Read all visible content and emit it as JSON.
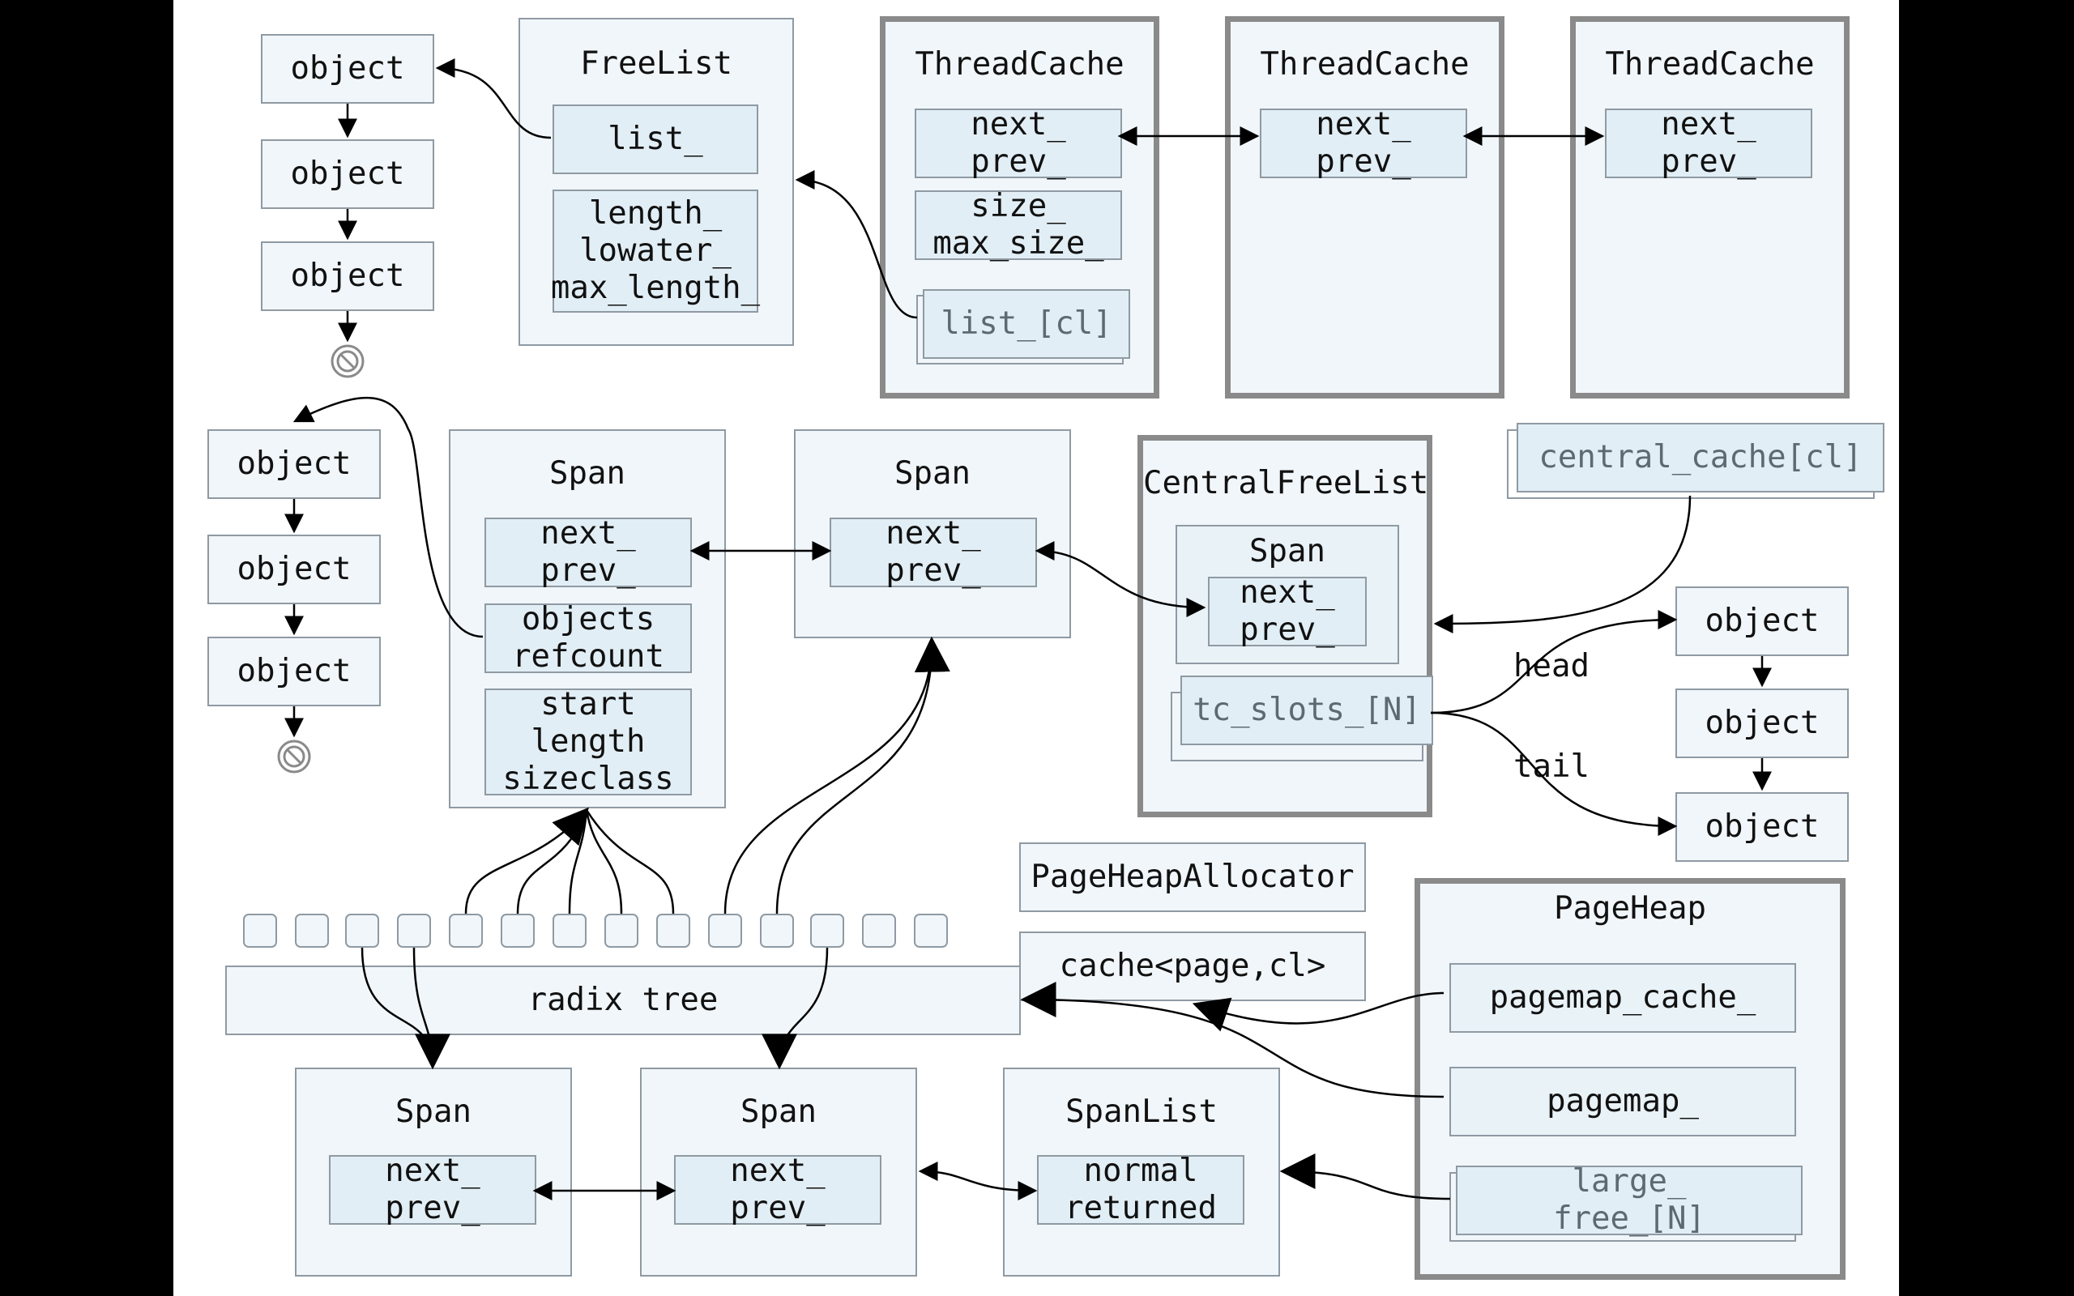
{
  "freelist": {
    "title": "FreeList",
    "list": "list_",
    "fields": "length_\nlowater_\nmax_length_"
  },
  "threadcaches": [
    {
      "title": "ThreadCache",
      "links": "next_\nprev_",
      "sizes": "size_\nmax_size_",
      "list": "list_[cl]"
    },
    {
      "title": "ThreadCache",
      "links": "next_\nprev_"
    },
    {
      "title": "ThreadCache",
      "links": "next_\nprev_"
    }
  ],
  "objects_top": [
    "object",
    "object",
    "object"
  ],
  "objects_mid": [
    "object",
    "object",
    "object"
  ],
  "objects_right": [
    "object",
    "object",
    "object"
  ],
  "span_a": {
    "title": "Span",
    "links": "next_\nprev_",
    "objects": "objects\nrefcount",
    "info": "start\nlength\nsizeclass"
  },
  "span_b": {
    "title": "Span",
    "links": "next_\nprev_"
  },
  "central": {
    "title": "CentralFreeList",
    "span_title": "Span",
    "span_links": "next_\nprev_",
    "slots": "tc_slots_[N]",
    "array": "central_cache[cl]",
    "head": "head",
    "tail": "tail"
  },
  "allocator": {
    "label": "PageHeapAllocator"
  },
  "cache": {
    "label": "cache<page,cl>"
  },
  "radix": {
    "label": "radix tree"
  },
  "pageheap": {
    "title": "PageHeap",
    "pagemap_cache": "pagemap_cache_",
    "pagemap": "pagemap_",
    "large": "large_\nfree_[N]"
  },
  "span_c": {
    "title": "Span",
    "links": "next_\nprev_"
  },
  "span_d": {
    "title": "Span",
    "links": "next_\nprev_"
  },
  "spanlist": {
    "title": "SpanList",
    "fields": "normal\nreturned"
  },
  "colors": {
    "box_fill": "#f1f6fa",
    "inner_fill": "#e2eef5",
    "border": "#8f9aa3",
    "thick_border": "#8a8a8a"
  }
}
